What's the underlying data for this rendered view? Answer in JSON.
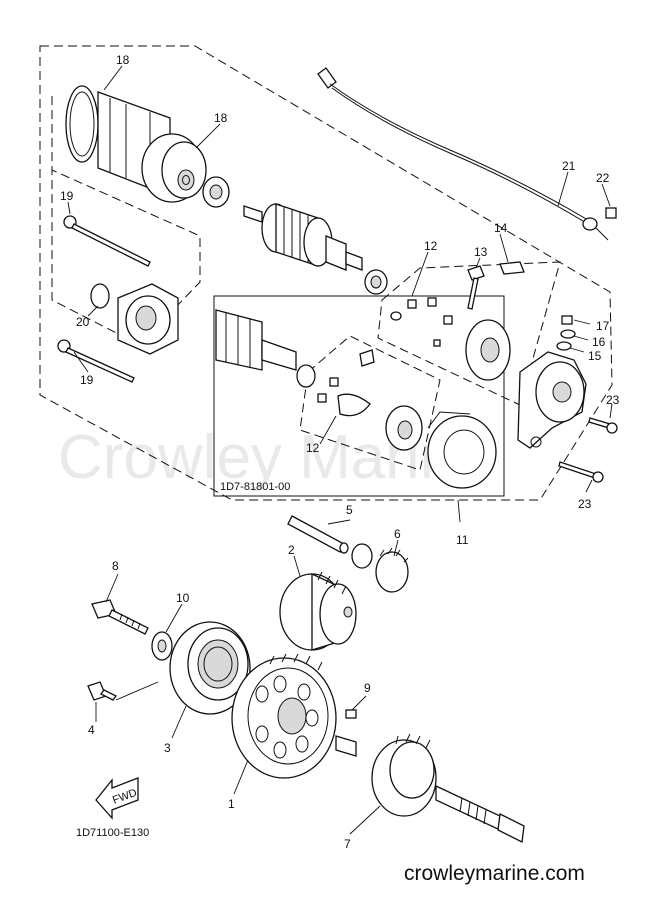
{
  "watermark": "Crowley Marine",
  "inset_code": "1D7-81801-00",
  "diagram_code": "1D71100-E130",
  "fwd_label": "FWD",
  "site": "crowleymarine.com",
  "callouts": {
    "c1": "1",
    "c2": "2",
    "c3": "3",
    "c4": "4",
    "c5": "5",
    "c6": "6",
    "c7": "7",
    "c8": "8",
    "c9": "9",
    "c10": "10",
    "c11": "11",
    "c12a": "12",
    "c12b": "12",
    "c13": "13",
    "c14": "14",
    "c15": "15",
    "c16": "16",
    "c17": "17",
    "c18a": "18",
    "c18b": "18",
    "c19a": "19",
    "c19b": "19",
    "c20": "20",
    "c21": "21",
    "c22": "22",
    "c23a": "23",
    "c23b": "23"
  }
}
